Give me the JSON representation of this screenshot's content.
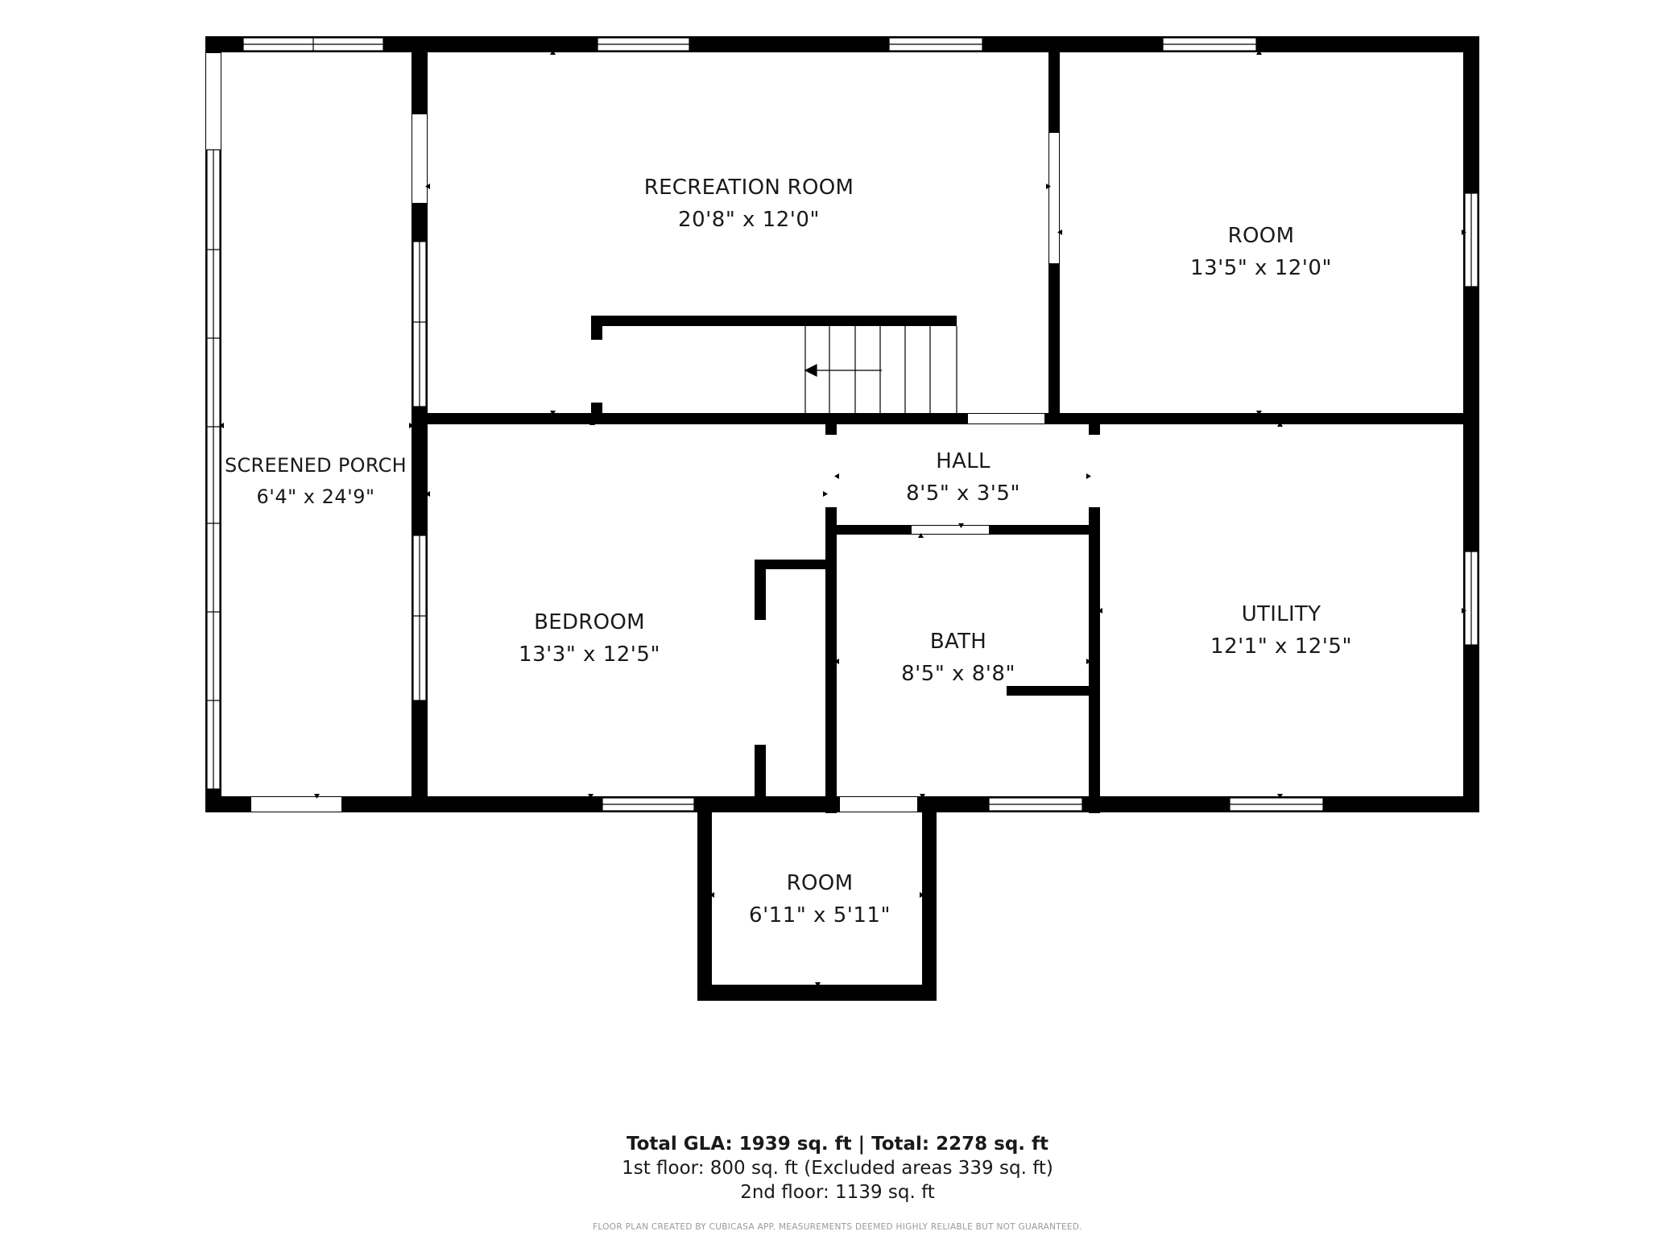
{
  "rooms": {
    "recreation": {
      "name": "RECREATION ROOM",
      "dims": "20'8\" x 12'0\""
    },
    "room_ne": {
      "name": "ROOM",
      "dims": "13'5\" x 12'0\""
    },
    "porch": {
      "name": "SCREENED PORCH",
      "dims": "6'4\" x 24'9\""
    },
    "hall": {
      "name": "HALL",
      "dims": "8'5\" x 3'5\""
    },
    "bedroom": {
      "name": "BEDROOM",
      "dims": "13'3\" x 12'5\""
    },
    "bath": {
      "name": "BATH",
      "dims": "8'5\" x 8'8\""
    },
    "utility": {
      "name": "UTILITY",
      "dims": "12'1\" x 12'5\""
    },
    "room_s": {
      "name": "ROOM",
      "dims": "6'11\" x 5'11\""
    }
  },
  "summary": {
    "total": "Total GLA: 1939 sq. ft | Total: 2278 sq. ft",
    "first_floor": "1st floor: 800 sq. ft (Excluded areas 339 sq. ft)",
    "second_floor": "2nd floor: 1139 sq. ft"
  },
  "footer": "FLOOR PLAN CREATED BY CUBICASA APP. MEASUREMENTS DEEMED HIGHLY RELIABLE BUT NOT GUARANTEED.",
  "colors": {
    "wall": "#000000",
    "window": "#ffffff",
    "text": "#1a1a1a"
  }
}
